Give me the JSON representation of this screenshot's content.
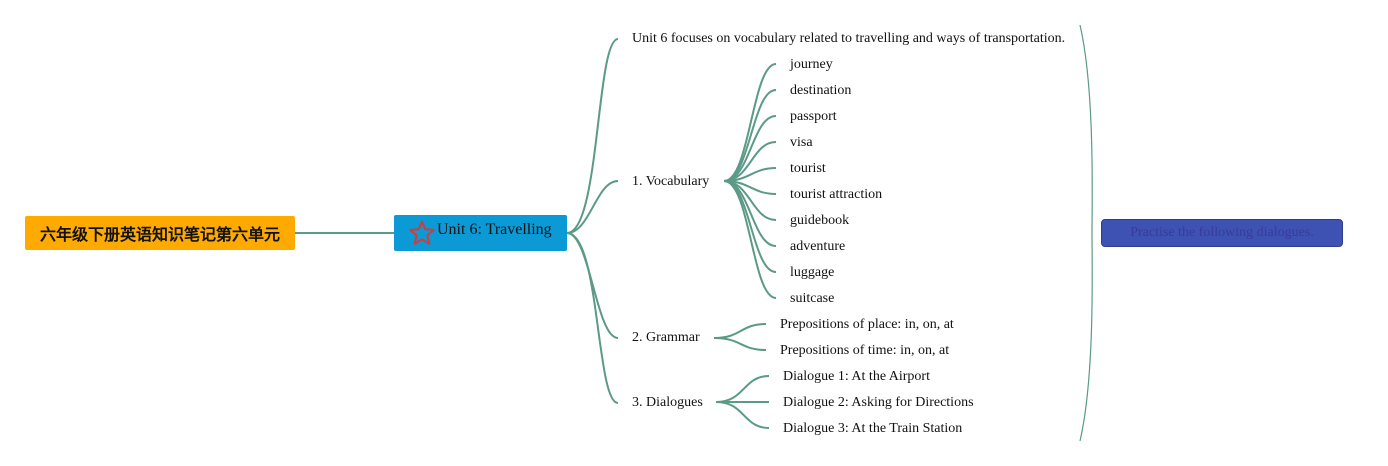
{
  "root": {
    "title": "六年级下册英语知识笔记第六单元"
  },
  "center": {
    "title": "Unit 6: Travelling",
    "icon": "star-icon",
    "icon_color": "#d23b3b"
  },
  "intro": {
    "text": "Unit 6 focuses on vocabulary related to travelling and ways of transportation."
  },
  "vocabulary": {
    "title": "1. Vocabulary",
    "items": [
      "journey",
      "destination",
      "passport",
      "visa",
      "tourist",
      "tourist attraction",
      "guidebook",
      "adventure",
      "luggage",
      "suitcase"
    ]
  },
  "grammar": {
    "title": "2. Grammar",
    "items": [
      "Prepositions of place: in, on, at",
      "Prepositions of time: in, on, at"
    ]
  },
  "dialogues": {
    "title": "3. Dialogues",
    "items": [
      "Dialogue 1: At the Airport",
      "Dialogue 2: Asking for Directions",
      "Dialogue 3: At the Train Station"
    ]
  },
  "summary": {
    "text": "Practise the following dialogues."
  },
  "colors": {
    "root": "#ffaa00",
    "center": "#0b9ad6",
    "summary": "#3d52b3",
    "connector": "#5a9a86"
  }
}
